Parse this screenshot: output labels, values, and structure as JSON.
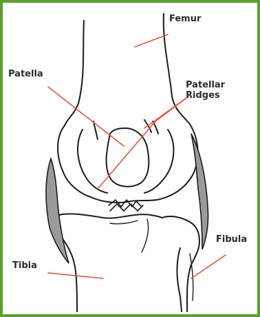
{
  "labels": {
    "femur": "Femur",
    "patella": "Patella",
    "patellar_ridges": "Patellar\nRidges",
    "fibula": "Fibula",
    "tibia": "Tibia"
  },
  "colors": {
    "border": "#5aa02c",
    "outline": "#1a1a1a",
    "leader_line": "#e8533a",
    "cartilage_shading": "#9a9a9a"
  }
}
